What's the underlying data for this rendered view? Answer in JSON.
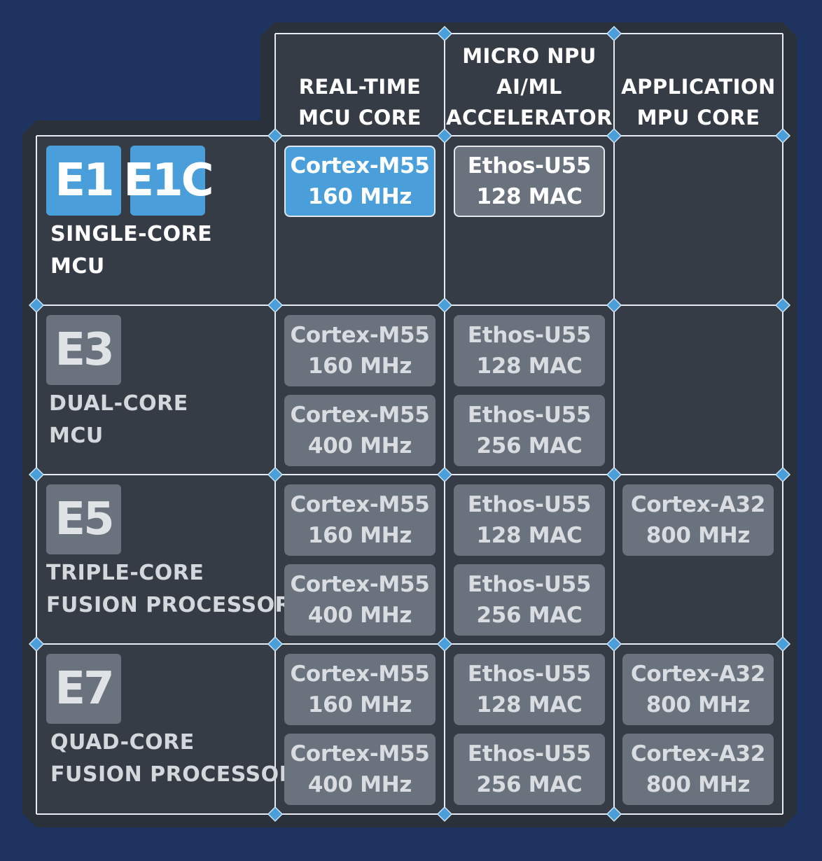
{
  "colors": {
    "background": "#1f3360",
    "panel": "#333b45",
    "grid_line": "#e8ecf0",
    "node": "#4a9ed9",
    "active_chip": "#4a9ed9",
    "inactive_chip": "#6a737d"
  },
  "columns": [
    {
      "lines": [
        "REAL-TIME",
        "MCU CORE"
      ]
    },
    {
      "lines": [
        "MICRO NPU",
        "AI/ML",
        "ACCELERATOR"
      ]
    },
    {
      "lines": [
        "APPLICATION",
        "MPU CORE"
      ]
    }
  ],
  "rows": [
    {
      "badges": [
        "E1",
        "E1C"
      ],
      "label": [
        "SINGLE-CORE",
        "MCU"
      ],
      "mcu": [
        {
          "name": "Cortex-M55",
          "spec": "160 MHz"
        }
      ],
      "npu": [
        {
          "name": "Ethos-U55",
          "spec": "128 MAC"
        }
      ],
      "mpu": []
    },
    {
      "badges": [
        "E3"
      ],
      "label": [
        "DUAL-CORE",
        "MCU"
      ],
      "mcu": [
        {
          "name": "Cortex-M55",
          "spec": "160 MHz"
        },
        {
          "name": "Cortex-M55",
          "spec": "400 MHz"
        }
      ],
      "npu": [
        {
          "name": "Ethos-U55",
          "spec": "128 MAC"
        },
        {
          "name": "Ethos-U55",
          "spec": "256 MAC"
        }
      ],
      "mpu": []
    },
    {
      "badges": [
        "E5"
      ],
      "label": [
        "TRIPLE-CORE",
        "FUSION PROCESSOR"
      ],
      "mcu": [
        {
          "name": "Cortex-M55",
          "spec": "160 MHz"
        },
        {
          "name": "Cortex-M55",
          "spec": "400 MHz"
        }
      ],
      "npu": [
        {
          "name": "Ethos-U55",
          "spec": "128 MAC"
        },
        {
          "name": "Ethos-U55",
          "spec": "256 MAC"
        }
      ],
      "mpu": [
        {
          "name": "Cortex-A32",
          "spec": "800 MHz"
        }
      ]
    },
    {
      "badges": [
        "E7"
      ],
      "label": [
        "QUAD-CORE",
        "FUSION PROCESSOR"
      ],
      "mcu": [
        {
          "name": "Cortex-M55",
          "spec": "160 MHz"
        },
        {
          "name": "Cortex-M55",
          "spec": "400 MHz"
        }
      ],
      "npu": [
        {
          "name": "Ethos-U55",
          "spec": "128 MAC"
        },
        {
          "name": "Ethos-U55",
          "spec": "256 MAC"
        }
      ],
      "mpu": [
        {
          "name": "Cortex-A32",
          "spec": "800 MHz"
        },
        {
          "name": "Cortex-A32",
          "spec": "800 MHz"
        }
      ]
    }
  ]
}
